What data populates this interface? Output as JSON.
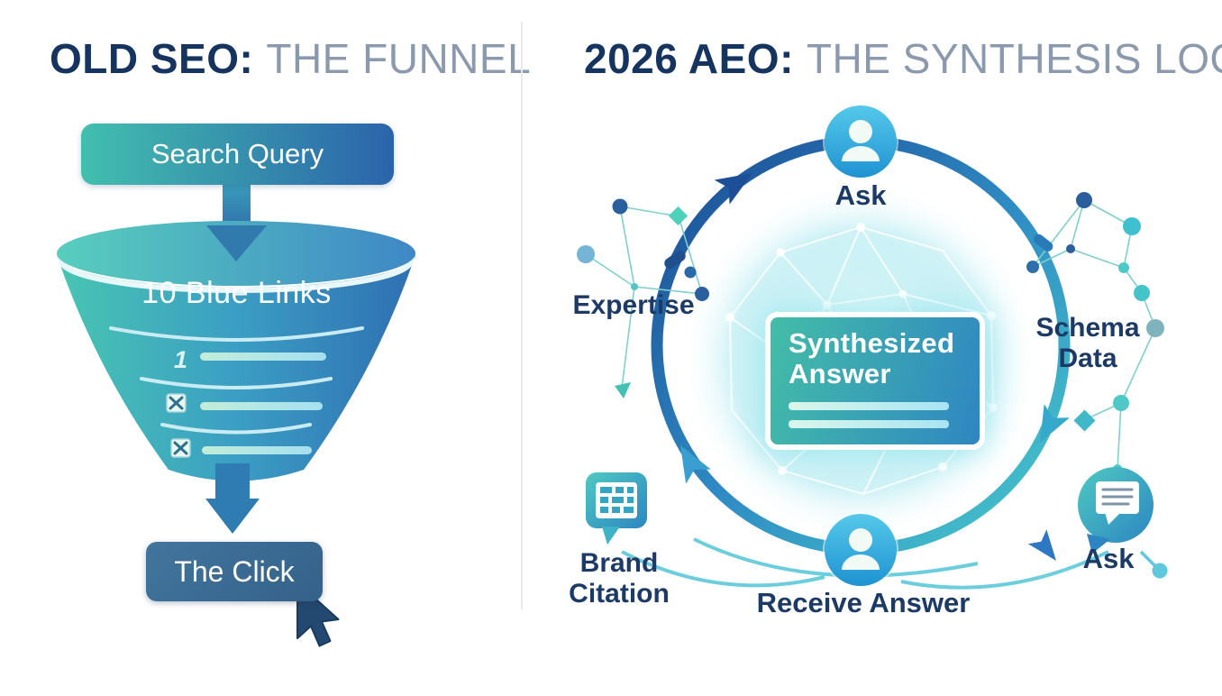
{
  "left_panel": {
    "title_strong": "OLD SEO:",
    "title_rest": "THE FUNNEL",
    "search_query_label": "Search Query",
    "funnel_top_label": "10 Blue Links",
    "funnel_rows": [
      {
        "type": "rank-number",
        "marker": "1"
      },
      {
        "type": "checkbox",
        "marker": ""
      },
      {
        "type": "checkbox",
        "marker": ""
      }
    ],
    "click_label": "The Click"
  },
  "right_panel": {
    "title_strong": "2026 AEO:",
    "title_rest": "THE SYNTHESIS LOOP",
    "steps": {
      "top": "Ask",
      "left": "Expertise",
      "right": "Schema Data",
      "bottom_left": "Brand Citation",
      "bottom": "Receive Answer",
      "bottom_right": "Ask"
    },
    "center_card": {
      "line1": "Synthesized",
      "line2": "Answer"
    }
  },
  "icons": {
    "user": "user-icon",
    "chat_bubble": "chat-bubble-icon",
    "calendar_grid": "calendar-grid-icon",
    "cursor": "cursor-icon",
    "down_arrow": "down-arrow-icon",
    "checkbox": "checkbox-icon",
    "loop_arrow": "loop-arrow-icon"
  },
  "colors": {
    "title_navy": "#15345f",
    "title_gray": "#8a99ad",
    "label_navy": "#1c3a66",
    "teal": "#42bfae",
    "blue": "#2b63ab",
    "ring_navy": "#1c4f97",
    "ring_teal": "#49cbcb",
    "click_box_blue": "#3d6d95",
    "person_blue": "#2aa7de",
    "glow_cyan": "#bfeef2"
  }
}
